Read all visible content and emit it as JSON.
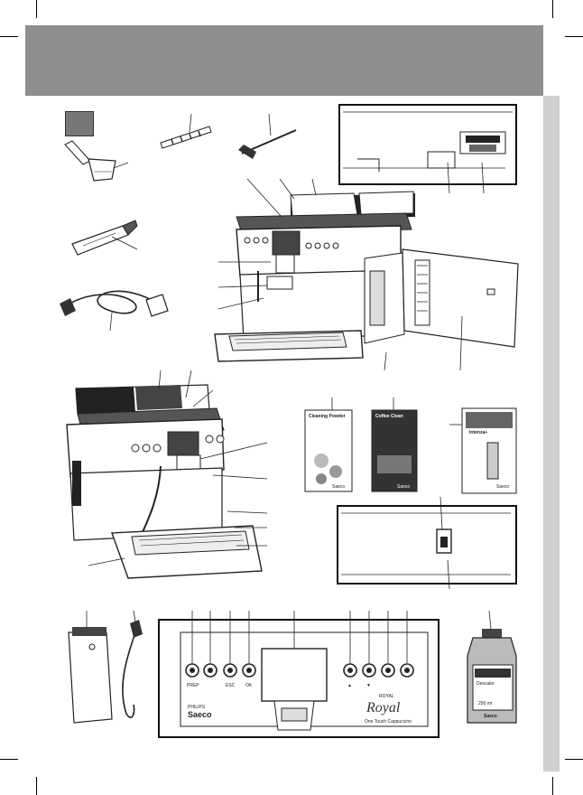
{
  "control_panel": {
    "button_labels": [
      "PREP",
      "",
      "ESC",
      "OK",
      "▲",
      "▼",
      "",
      ""
    ],
    "brand_small": "PHILIPS",
    "brand_main": "Saeco",
    "product_line": "ROYAL",
    "product_script": "Royal",
    "tagline": "One Touch Cappuccino"
  },
  "accessories": {
    "cleaning_powder_label": "Cleaning Powder",
    "coffee_clean_label": "Coffee Clean",
    "filter_label": "Intenza+",
    "descaler_label": "Descaler",
    "descaler_volume": "250 ml",
    "box_brand": "Saeco"
  },
  "colors": {
    "header": "#8e8e8e",
    "side_tab": "#cfcfcf",
    "badge": "#777777",
    "line": "#222222"
  }
}
